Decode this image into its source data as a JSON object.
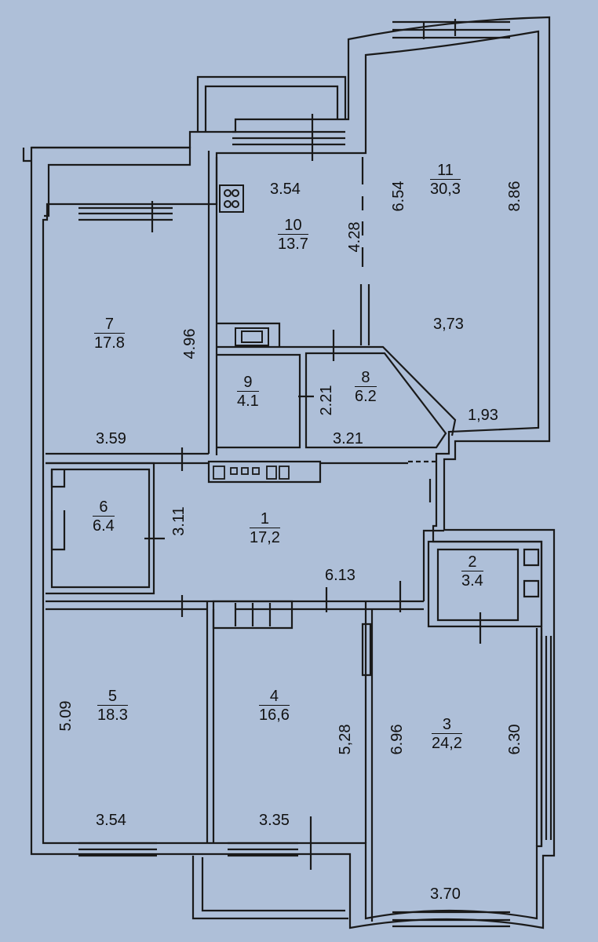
{
  "rooms": [
    {
      "id": "1",
      "area": "17,2"
    },
    {
      "id": "2",
      "area": "3.4"
    },
    {
      "id": "3",
      "area": "24,2"
    },
    {
      "id": "4",
      "area": "16,6"
    },
    {
      "id": "5",
      "area": "18.3"
    },
    {
      "id": "6",
      "area": "6.4"
    },
    {
      "id": "7",
      "area": "17.8"
    },
    {
      "id": "8",
      "area": "6.2"
    },
    {
      "id": "9",
      "area": "4.1"
    },
    {
      "id": "10",
      "area": "13.7"
    },
    {
      "id": "11",
      "area": "30,3"
    }
  ],
  "dimensions": {
    "kitchen_width": "3.54",
    "kitchen_height": "4.28",
    "living_left_height": "6.54",
    "living_right_height": "8.86",
    "living_width": "3,73",
    "living_bottom": "1,93",
    "bedroom7_height": "4.96",
    "bedroom7_width": "3.59",
    "bath9_height": "2.21",
    "bath8_width": "3.21",
    "hall_height": "3.11",
    "hall_width": "6.13",
    "room5_height": "5.09",
    "room5_width": "3.54",
    "room4_height": "5,28",
    "room4_width": "3.35",
    "room3_left_height": "6.96",
    "room3_right_height": "6.30",
    "room3_width": "3.70"
  }
}
